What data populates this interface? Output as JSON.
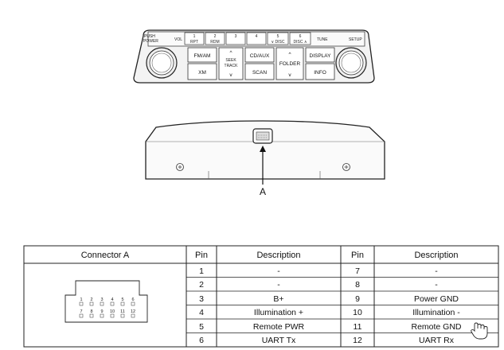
{
  "front_panel": {
    "knob_left_label_top": "PUSH",
    "knob_left_label_bottom": "POWER",
    "vol_label": "VOL",
    "tune_label": "TUNE",
    "setup_label": "SETUP",
    "presets": [
      {
        "num": "1",
        "sub": "RPT"
      },
      {
        "num": "2",
        "sub": "RDM"
      },
      {
        "num": "3",
        "sub": ""
      },
      {
        "num": "4",
        "sub": ""
      },
      {
        "num": "5",
        "sub": "∨ DISC"
      },
      {
        "num": "6",
        "sub": "DISC ∧"
      }
    ],
    "buttons": {
      "fm_am": "FM/AM",
      "xm": "XM",
      "seek_track_1": "SEEK",
      "seek_track_2": "TRACK",
      "cd_aux": "CD/AUX",
      "scan": "SCAN",
      "folder": "FOLDER",
      "display": "DISPLAY",
      "info": "INFO"
    }
  },
  "rear_panel": {
    "callout": "A"
  },
  "table": {
    "headers": [
      "Connector A",
      "Pin",
      "Description",
      "Pin",
      "Description"
    ],
    "rows": [
      {
        "pin_a": "1",
        "desc_a": "-",
        "pin_b": "7",
        "desc_b": "-"
      },
      {
        "pin_a": "2",
        "desc_a": "-",
        "pin_b": "8",
        "desc_b": "-"
      },
      {
        "pin_a": "3",
        "desc_a": "B+",
        "pin_b": "9",
        "desc_b": "Power GND"
      },
      {
        "pin_a": "4",
        "desc_a": "Illumination +",
        "pin_b": "10",
        "desc_b": "Illumination -"
      },
      {
        "pin_a": "5",
        "desc_a": "Remote PWR",
        "pin_b": "11",
        "desc_b": "Remote GND"
      },
      {
        "pin_a": "6",
        "desc_a": "UART Tx",
        "pin_b": "12",
        "desc_b": "UART Rx"
      }
    ],
    "connector_top_pins": [
      "1",
      "2",
      "3",
      "4",
      "5",
      "6"
    ],
    "connector_bottom_pins": [
      "7",
      "8",
      "9",
      "10",
      "11",
      "12"
    ]
  },
  "icons": {
    "cursor": "hand-pointer-icon"
  }
}
